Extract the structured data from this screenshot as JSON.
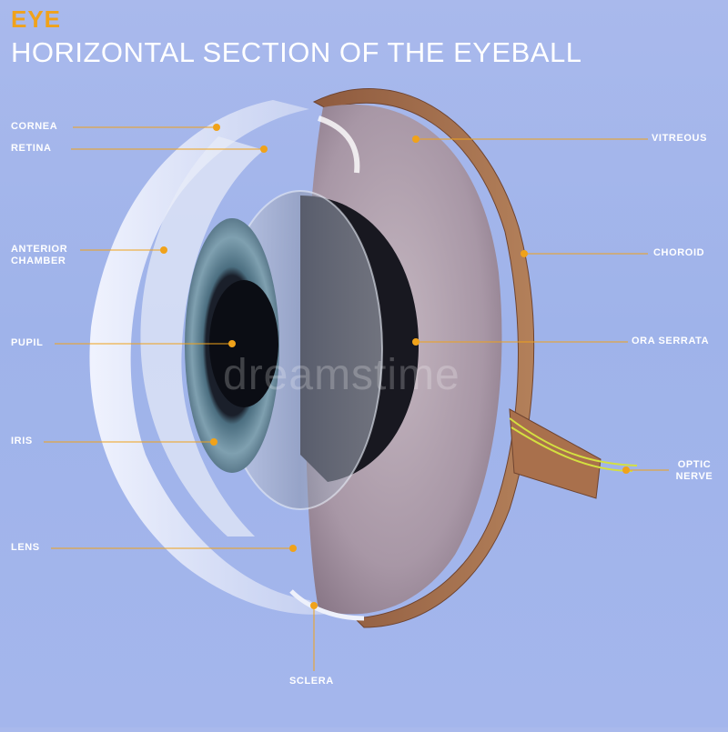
{
  "header": {
    "title": "EYE",
    "subtitle": "HORIZONTAL SECTION OF THE EYEBALL"
  },
  "labels": {
    "cornea": "CORNEA",
    "retina": "RETINA",
    "anterior_chamber": "ANTERIOR CHAMBER",
    "pupil": "PUPIL",
    "iris": "IRIS",
    "lens": "LENS",
    "sclera": "SCLERA",
    "vitreous": "VITREOUS",
    "choroid": "CHOROID",
    "ora_serrata": "ORA SERRATA",
    "optic_nerve": "OPTIC NERVE"
  },
  "watermark": "dreamstime",
  "colors": {
    "title_accent": "#f0a21a",
    "leader_line": "#f0a21a",
    "background": "#a3b5eb"
  }
}
